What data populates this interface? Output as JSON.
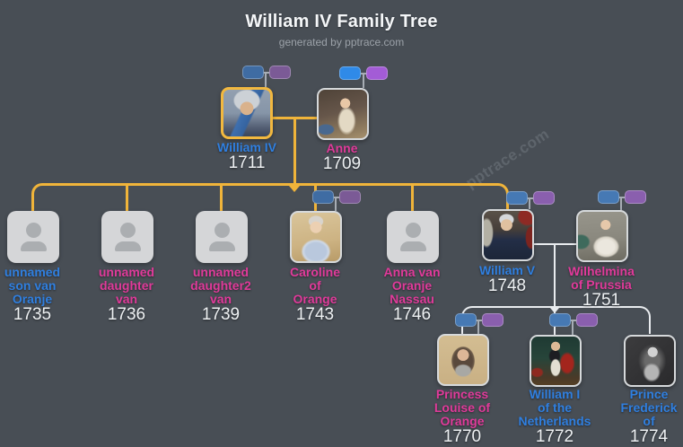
{
  "header": {
    "title": "William IV Family Tree",
    "subtitle": "generated by pptrace.com"
  },
  "watermark": "pptrace.com",
  "palette": {
    "background": "#484e55",
    "title_color": "#f4f6f8",
    "subtitle_color": "#9ba1a8",
    "line_family1": "#f0b43a",
    "line_family2": "#e9ecef",
    "stub_gray": "#a7adb4",
    "name_blue": "#2f7fe0",
    "name_pink": "#e03a9a",
    "year_color": "#eef1f3",
    "highlight_border": "#f2b83f",
    "badge_blue_bright": "#2f8ae8",
    "badge_purple_bright": "#a35cd6",
    "badge_blue_medium": "#4679b4",
    "badge_purple_medium": "#8a5fae",
    "badge_blue_muted": "#3f6ca3",
    "badge_purple_muted": "#7b5a96"
  },
  "people": [
    {
      "id": "william-iv",
      "name": "William IV",
      "display": "William IV",
      "year": "1711",
      "color": "blue",
      "portrait": "painting",
      "highlighted": true,
      "badges": "muted"
    },
    {
      "id": "anne",
      "name": "Anne",
      "display": "Anne",
      "year": "1709",
      "color": "pink",
      "portrait": "painting",
      "highlighted": false,
      "badges": "bright"
    },
    {
      "id": "unnamed-son",
      "name": "unnamed son van Oranje",
      "display": "unnamed\nson van\nOranje",
      "year": "1735",
      "color": "blue",
      "portrait": "placeholder",
      "highlighted": false,
      "badges": null
    },
    {
      "id": "unnamed-daughter",
      "name": "unnamed daughter van",
      "display": "unnamed\ndaughter\nvan",
      "year": "1736",
      "color": "pink",
      "portrait": "placeholder",
      "highlighted": false,
      "badges": null
    },
    {
      "id": "unnamed-daughter2",
      "name": "unnamed daughter2 van",
      "display": "unnamed\ndaughter2\nvan",
      "year": "1739",
      "color": "pink",
      "portrait": "placeholder",
      "highlighted": false,
      "badges": null
    },
    {
      "id": "caroline",
      "name": "Caroline of Orange",
      "display": "Caroline\nof\nOrange",
      "year": "1743",
      "color": "pink",
      "portrait": "painting",
      "highlighted": false,
      "badges": "muted"
    },
    {
      "id": "anna",
      "name": "Anna van Oranje Nassau",
      "display": "Anna van\nOranje\nNassau",
      "year": "1746",
      "color": "pink",
      "portrait": "placeholder",
      "highlighted": false,
      "badges": null
    },
    {
      "id": "william-v",
      "name": "William V",
      "display": "William V",
      "year": "1748",
      "color": "blue",
      "portrait": "painting",
      "highlighted": false,
      "badges": "medium"
    },
    {
      "id": "wilhelmina",
      "name": "Wilhelmina of Prussia",
      "display": "Wilhelmina\nof Prussia",
      "year": "1751",
      "color": "pink",
      "portrait": "painting",
      "highlighted": false,
      "badges": "medium"
    },
    {
      "id": "louise",
      "name": "Princess Louise of Orange",
      "display": "Princess\nLouise of\nOrange",
      "year": "1770",
      "color": "pink",
      "portrait": "painting",
      "highlighted": false,
      "badges": "medium"
    },
    {
      "id": "william-i",
      "name": "William I of the Netherlands",
      "display": "William I\nof the\nNetherlands",
      "year": "1772",
      "color": "blue",
      "portrait": "painting",
      "highlighted": false,
      "badges": "medium"
    },
    {
      "id": "frederick",
      "name": "Prince Frederick of",
      "display": "Prince\nFrederick\nof",
      "year": "1774",
      "color": "blue",
      "portrait": "painting",
      "highlighted": false,
      "badges": null
    }
  ],
  "families": [
    {
      "parents": [
        "William IV",
        "Anne"
      ],
      "children": [
        "unnamed son van Oranje",
        "unnamed daughter van",
        "unnamed daughter2 van",
        "Caroline of Orange",
        "Anna van Oranje Nassau",
        "William V"
      ],
      "line_color": "#f0b43a"
    },
    {
      "parents": [
        "William V",
        "Wilhelmina of Prussia"
      ],
      "children": [
        "Princess Louise of Orange",
        "William I of the Netherlands",
        "Prince Frederick of"
      ],
      "line_color": "#e9ecef"
    }
  ]
}
